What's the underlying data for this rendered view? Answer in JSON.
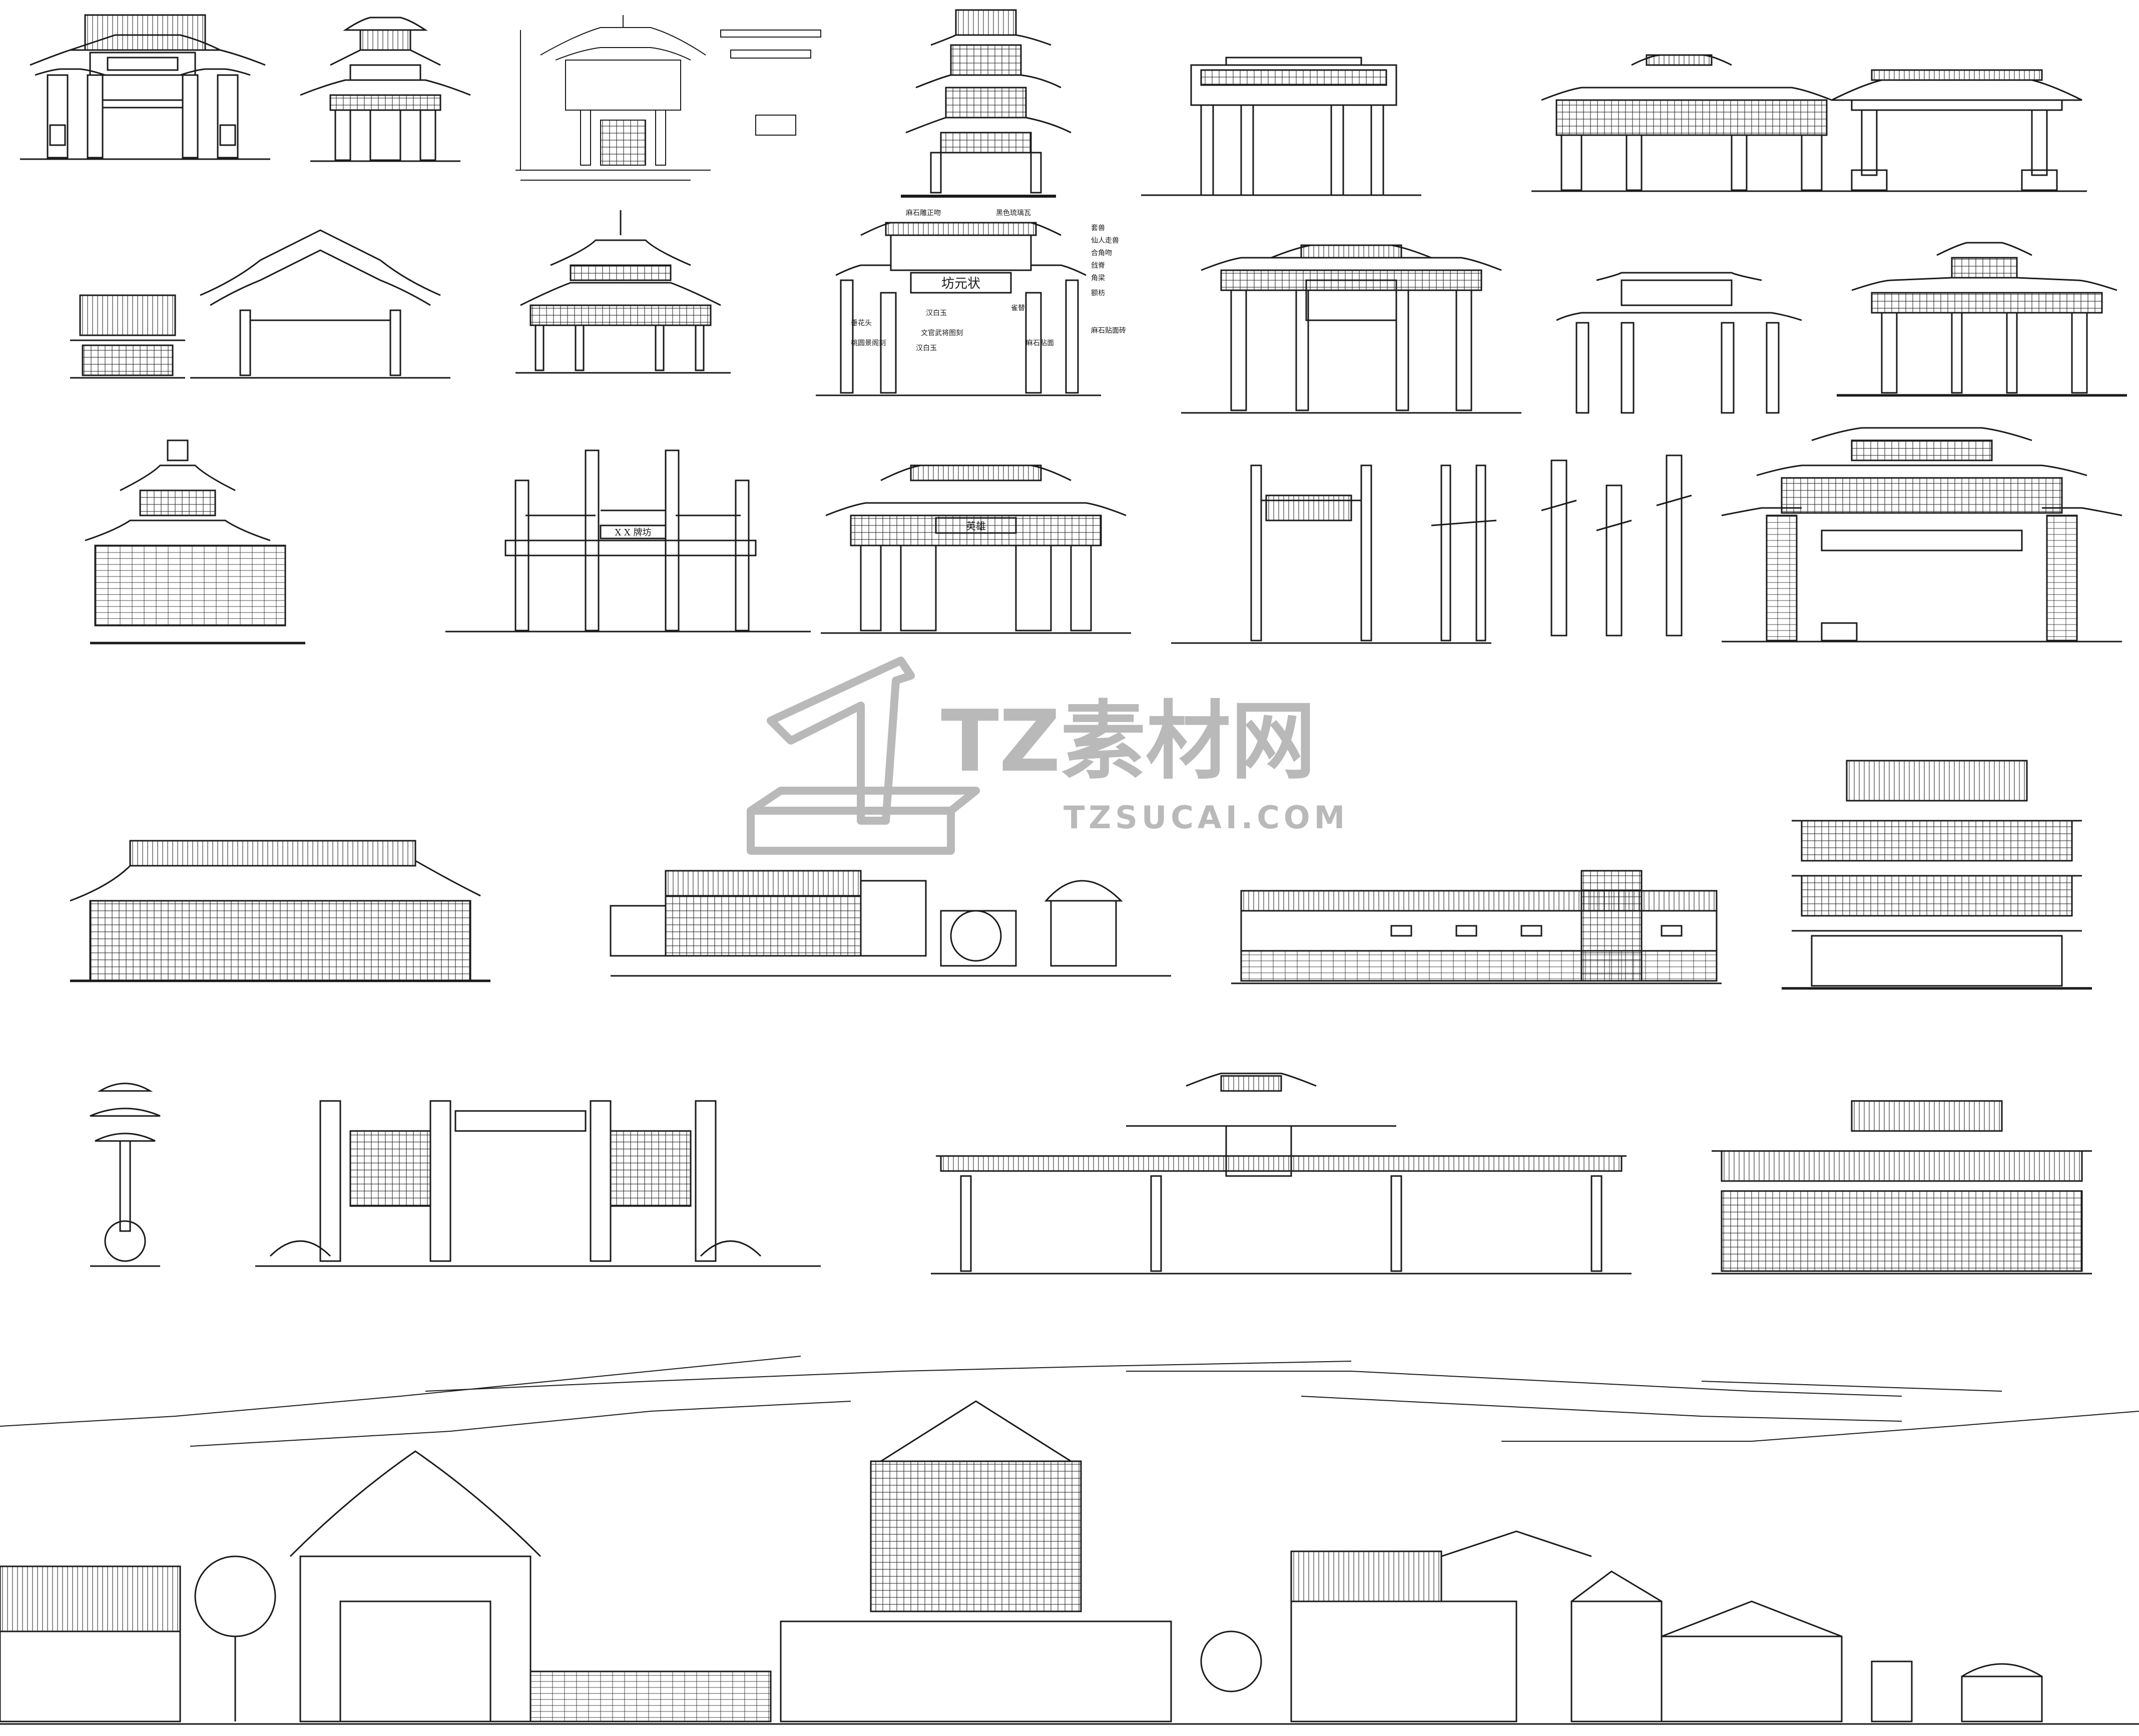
{
  "watermark": {
    "brand_cn": "TZ素材网",
    "brand_en": "TZSUCAI.COM"
  },
  "drawing_labels": {
    "paifang_plaque": "坊元状",
    "hero_plaque": "英雄",
    "xx_plaque": "X X 牌坊",
    "annotations": [
      "麻石雕正吻",
      "黑色琉璃瓦",
      "套兽",
      "仙人走兽",
      "合角吻",
      "戗脊",
      "角梁",
      "额枋",
      "雀替",
      "汉白玉",
      "文官武将图刻",
      "桃圆景阁刻",
      "垂花头",
      "汉白玉",
      "麻石贴面",
      "麻石贴面砖"
    ]
  },
  "colors": {
    "line": "#1a1a1a",
    "watermark": "#b9b9b9",
    "background": "#ffffff"
  }
}
